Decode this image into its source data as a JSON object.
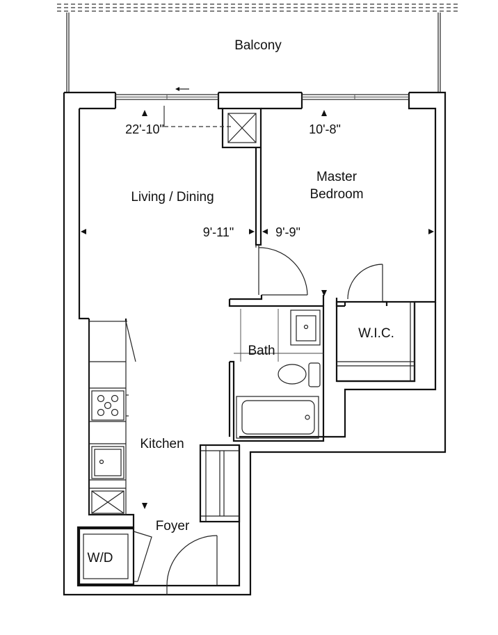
{
  "rooms": {
    "balcony": "Balcony",
    "living_dining": "Living / Dining",
    "master_bedroom_line1": "Master",
    "master_bedroom_line2": "Bedroom",
    "bath": "Bath",
    "wic": "W.I.C.",
    "kitchen": "Kitchen",
    "foyer": "Foyer",
    "wd": "W/D"
  },
  "dimensions": {
    "living_width": "22'-10\"",
    "bedroom_width": "10'-8\"",
    "living_depth": "9'-11\"",
    "bedroom_depth": "9'-9\""
  },
  "colors": {
    "line": "#111111",
    "background": "#ffffff"
  }
}
